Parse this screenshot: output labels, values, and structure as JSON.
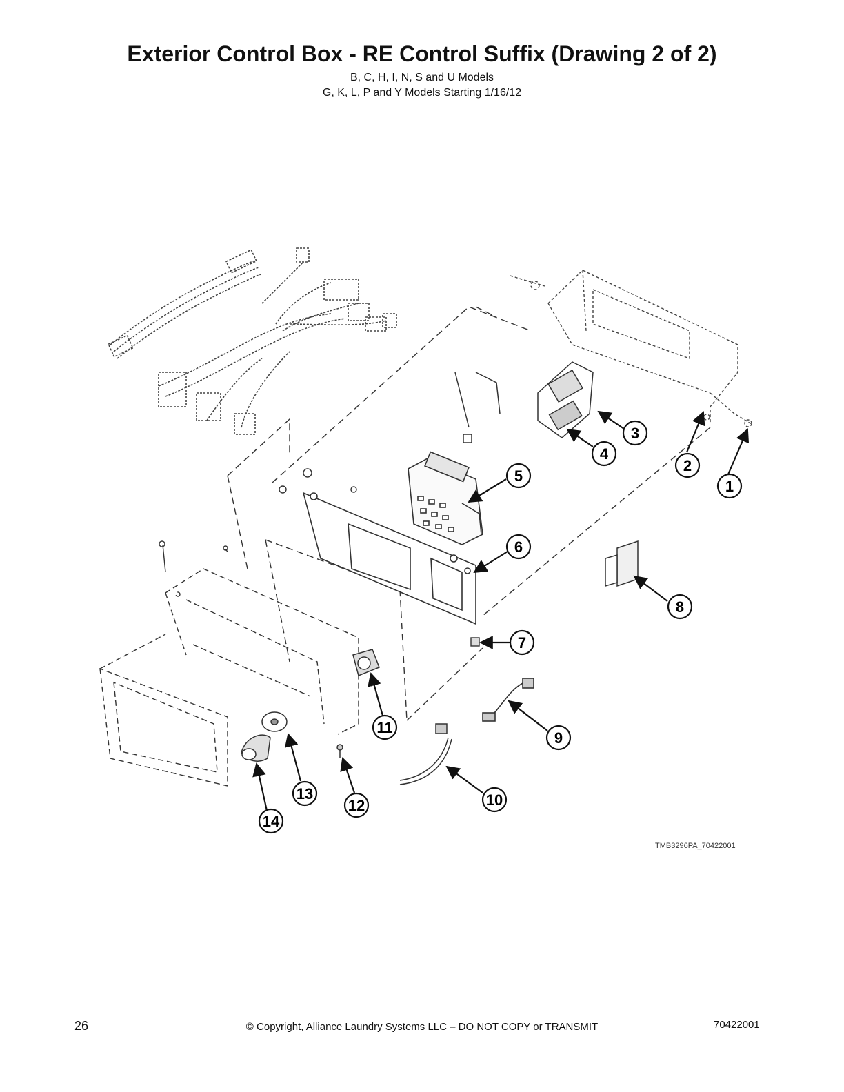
{
  "header": {
    "title": "Exterior Control Box - RE Control Suffix (Drawing 2 of 2)",
    "subtitle_1": "B, C, H, I, N, S and U Models",
    "subtitle_2": "G, K, L, P and Y Models Starting 1/16/12"
  },
  "drawing": {
    "reference": "TMB3296PA_70422001",
    "callouts": [
      "1",
      "2",
      "3",
      "4",
      "5",
      "6",
      "7",
      "8",
      "9",
      "10",
      "11",
      "12",
      "13",
      "14"
    ]
  },
  "footer": {
    "page_number": "26",
    "copyright": "© Copyright, Alliance Laundry Systems LLC – DO NOT COPY or TRANSMIT",
    "document_number": "70422001"
  }
}
